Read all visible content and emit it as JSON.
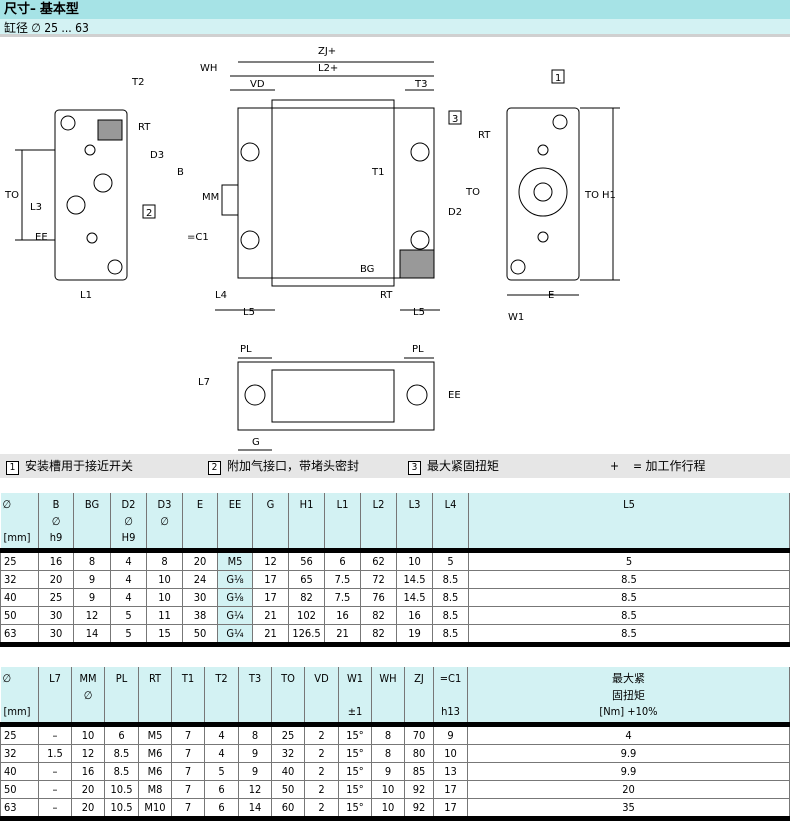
{
  "header": {
    "title": "尺寸– 基本型",
    "subtitle": "缸径 ∅ 25 ... 63"
  },
  "drawing": {
    "labels": {
      "zj": "ZJ+",
      "l2": "L2+",
      "wh": "WH",
      "vd": "VD",
      "t3": "T3",
      "t2": "T2",
      "rt": "RT",
      "d3": "D3",
      "to": "TO",
      "l3": "L3",
      "ee": "EE",
      "l1": "L1",
      "b": "B",
      "mm": "MM",
      "c1": "=C1",
      "t1": "T1",
      "d2": "D2",
      "bg": "BG",
      "l4": "L4",
      "l5": "L5",
      "h1": "H1",
      "e": "E",
      "w1": "W1",
      "pl": "PL",
      "l7": "L7",
      "g": "G",
      "n1": "1",
      "n2": "2",
      "n3": "3"
    }
  },
  "legend": [
    {
      "num": "1",
      "text": "安装槽用于接近开关"
    },
    {
      "num": "2",
      "text": "附加气接口，带堵头密封"
    },
    {
      "num": "3",
      "text": "最大紧固扭矩"
    },
    {
      "num": "+",
      "text": "= 加工作行程"
    }
  ],
  "table1": {
    "headers": [
      [
        "∅",
        "[mm]"
      ],
      [
        "B\n∅",
        "h9"
      ],
      [
        "BG",
        ""
      ],
      [
        "D2\n∅",
        "H9"
      ],
      [
        "D3\n∅",
        ""
      ],
      [
        "E",
        ""
      ],
      [
        "EE",
        ""
      ],
      [
        "G",
        ""
      ],
      [
        "H1",
        ""
      ],
      [
        "L1",
        ""
      ],
      [
        "L2",
        ""
      ],
      [
        "L3",
        ""
      ],
      [
        "L4",
        ""
      ],
      [
        "L5",
        ""
      ]
    ],
    "rows": [
      [
        "25",
        "16",
        "8",
        "4",
        "8",
        "20",
        "M5",
        "12",
        "56",
        "6",
        "62",
        "10",
        "5",
        "5"
      ],
      [
        "32",
        "20",
        "9",
        "4",
        "10",
        "24",
        "G⅛",
        "17",
        "65",
        "7.5",
        "72",
        "14.5",
        "8.5",
        "8.5"
      ],
      [
        "40",
        "25",
        "9",
        "4",
        "10",
        "30",
        "G⅛",
        "17",
        "82",
        "7.5",
        "76",
        "14.5",
        "8.5",
        "8.5"
      ],
      [
        "50",
        "30",
        "12",
        "5",
        "11",
        "38",
        "G¼",
        "21",
        "102",
        "16",
        "82",
        "16",
        "8.5",
        "8.5"
      ],
      [
        "63",
        "30",
        "14",
        "5",
        "15",
        "50",
        "G¼",
        "21",
        "126.5",
        "21",
        "82",
        "19",
        "8.5",
        "8.5"
      ]
    ]
  },
  "table2": {
    "headers": [
      [
        "∅",
        "[mm]"
      ],
      [
        "L7",
        ""
      ],
      [
        "MM\n∅",
        ""
      ],
      [
        "PL",
        ""
      ],
      [
        "RT",
        ""
      ],
      [
        "T1",
        ""
      ],
      [
        "T2",
        ""
      ],
      [
        "T3",
        ""
      ],
      [
        "TO",
        ""
      ],
      [
        "VD",
        ""
      ],
      [
        "W1",
        "±1"
      ],
      [
        "WH",
        ""
      ],
      [
        "ZJ",
        ""
      ],
      [
        "=C1",
        "h13"
      ],
      [
        "最大紧\n固扭矩",
        "[Nm] +10%"
      ]
    ],
    "rows": [
      [
        "25",
        "–",
        "10",
        "6",
        "M5",
        "7",
        "4",
        "8",
        "25",
        "2",
        "15°",
        "8",
        "70",
        "9",
        "4"
      ],
      [
        "32",
        "1.5",
        "12",
        "8.5",
        "M6",
        "7",
        "4",
        "9",
        "32",
        "2",
        "15°",
        "8",
        "80",
        "10",
        "9.9"
      ],
      [
        "40",
        "–",
        "16",
        "8.5",
        "M6",
        "7",
        "5",
        "9",
        "40",
        "2",
        "15°",
        "9",
        "85",
        "13",
        "9.9"
      ],
      [
        "50",
        "–",
        "20",
        "10.5",
        "M8",
        "7",
        "6",
        "12",
        "50",
        "2",
        "15°",
        "10",
        "92",
        "17",
        "20"
      ],
      [
        "63",
        "–",
        "20",
        "10.5",
        "M10",
        "7",
        "6",
        "14",
        "60",
        "2",
        "15°",
        "10",
        "92",
        "17",
        "35"
      ]
    ]
  }
}
